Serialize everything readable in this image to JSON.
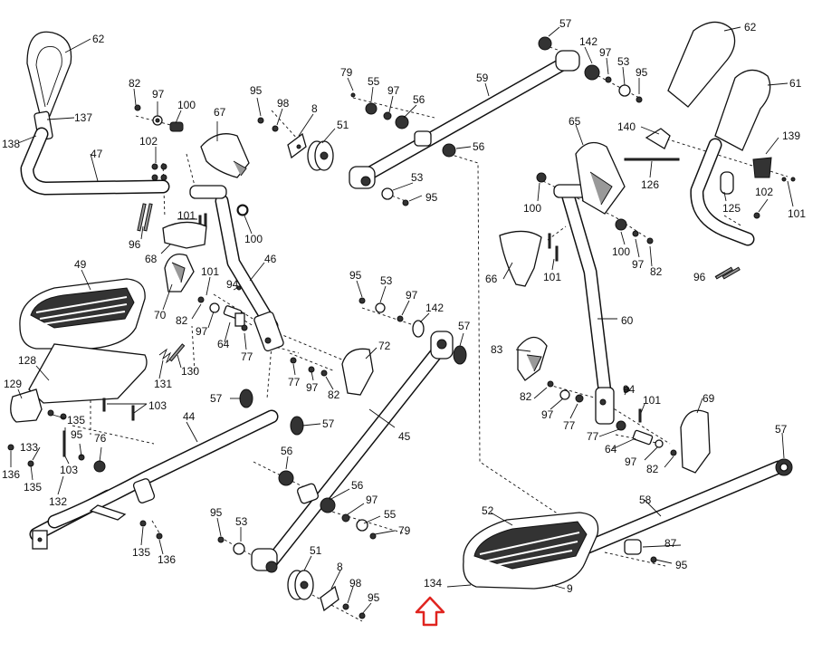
{
  "callouts": [
    {
      "text": "62"
    },
    {
      "text": "137"
    },
    {
      "text": "138"
    },
    {
      "text": "47"
    },
    {
      "text": "82"
    },
    {
      "text": "97"
    },
    {
      "text": "100"
    },
    {
      "text": "102"
    },
    {
      "text": "96"
    },
    {
      "text": "101"
    },
    {
      "text": "67"
    },
    {
      "text": "95"
    },
    {
      "text": "98"
    },
    {
      "text": "8"
    },
    {
      "text": "51"
    },
    {
      "text": "100"
    },
    {
      "text": "68"
    },
    {
      "text": "70"
    },
    {
      "text": "46"
    },
    {
      "text": "101"
    },
    {
      "text": "94"
    },
    {
      "text": "82"
    },
    {
      "text": "97"
    },
    {
      "text": "64"
    },
    {
      "text": "77"
    },
    {
      "text": "49"
    },
    {
      "text": "128"
    },
    {
      "text": "129"
    },
    {
      "text": "131"
    },
    {
      "text": "130"
    },
    {
      "text": "103"
    },
    {
      "text": "135"
    },
    {
      "text": "103"
    },
    {
      "text": "133"
    },
    {
      "text": "95"
    },
    {
      "text": "76"
    },
    {
      "text": "136"
    },
    {
      "text": "135"
    },
    {
      "text": "103"
    },
    {
      "text": "132"
    },
    {
      "text": "44"
    },
    {
      "text": "57"
    },
    {
      "text": "57"
    },
    {
      "text": "135"
    },
    {
      "text": "136"
    },
    {
      "text": "77"
    },
    {
      "text": "97"
    },
    {
      "text": "82"
    },
    {
      "text": "72"
    },
    {
      "text": "95"
    },
    {
      "text": "53"
    },
    {
      "text": "97"
    },
    {
      "text": "142"
    },
    {
      "text": "57"
    },
    {
      "text": "45"
    },
    {
      "text": "56"
    },
    {
      "text": "56"
    },
    {
      "text": "97"
    },
    {
      "text": "55"
    },
    {
      "text": "79"
    },
    {
      "text": "95"
    },
    {
      "text": "53"
    },
    {
      "text": "51"
    },
    {
      "text": "8"
    },
    {
      "text": "98"
    },
    {
      "text": "95"
    },
    {
      "text": "79"
    },
    {
      "text": "55"
    },
    {
      "text": "97"
    },
    {
      "text": "56"
    },
    {
      "text": "59"
    },
    {
      "text": "56"
    },
    {
      "text": "53"
    },
    {
      "text": "95"
    },
    {
      "text": "57"
    },
    {
      "text": "142"
    },
    {
      "text": "97"
    },
    {
      "text": "53"
    },
    {
      "text": "95"
    },
    {
      "text": "62"
    },
    {
      "text": "61"
    },
    {
      "text": "140"
    },
    {
      "text": "139"
    },
    {
      "text": "126"
    },
    {
      "text": "125"
    },
    {
      "text": "102"
    },
    {
      "text": "101"
    },
    {
      "text": "96"
    },
    {
      "text": "65"
    },
    {
      "text": "100"
    },
    {
      "text": "100"
    },
    {
      "text": "97"
    },
    {
      "text": "82"
    },
    {
      "text": "66"
    },
    {
      "text": "101"
    },
    {
      "text": "60"
    },
    {
      "text": "83"
    },
    {
      "text": "82"
    },
    {
      "text": "97"
    },
    {
      "text": "77"
    },
    {
      "text": "94"
    },
    {
      "text": "101"
    },
    {
      "text": "69"
    },
    {
      "text": "77"
    },
    {
      "text": "64"
    },
    {
      "text": "97"
    },
    {
      "text": "82"
    },
    {
      "text": "57"
    },
    {
      "text": "58"
    },
    {
      "text": "52"
    },
    {
      "text": "87"
    },
    {
      "text": "95"
    },
    {
      "text": "134"
    },
    {
      "text": "9"
    }
  ],
  "colors": {
    "line": "#111111",
    "arrow": "#e0241f",
    "background": "#ffffff"
  },
  "indicator": {
    "icon": "up-arrow-icon"
  }
}
